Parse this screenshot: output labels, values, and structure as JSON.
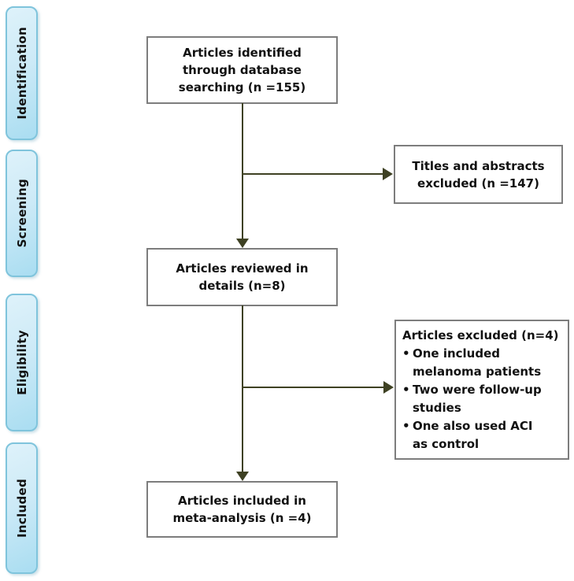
{
  "colors": {
    "arrow": "#3e4123",
    "box_border": "#7d7d7d",
    "box_bg": "#ffffff",
    "text": "#111111",
    "sidebar_border": "#7fc4dc",
    "sidebar_fill_light": "#def2fa",
    "sidebar_fill_dark": "#a9ddf1",
    "background": "#ffffff"
  },
  "sidebar": {
    "items": [
      {
        "label": "Identification"
      },
      {
        "label": "Screening"
      },
      {
        "label": "Eligibility"
      },
      {
        "label": "Included"
      }
    ]
  },
  "flow": {
    "identified": {
      "text": "Articles identified\nthrough database\nsearching (n =155)"
    },
    "titles_excluded": {
      "text": "Titles and abstracts\nexcluded (n =147)"
    },
    "reviewed": {
      "text": "Articles reviewed in\ndetails (n=8)"
    },
    "excluded_detail": {
      "title": "Articles excluded (n=4)",
      "bullet_char": "•",
      "bullets": [
        "One included\nmelanoma patients",
        "Two were follow-up\nstudies",
        "One also used ACI\nas control"
      ]
    },
    "included": {
      "text": "Articles included in\nmeta-analysis (n =4)"
    }
  }
}
